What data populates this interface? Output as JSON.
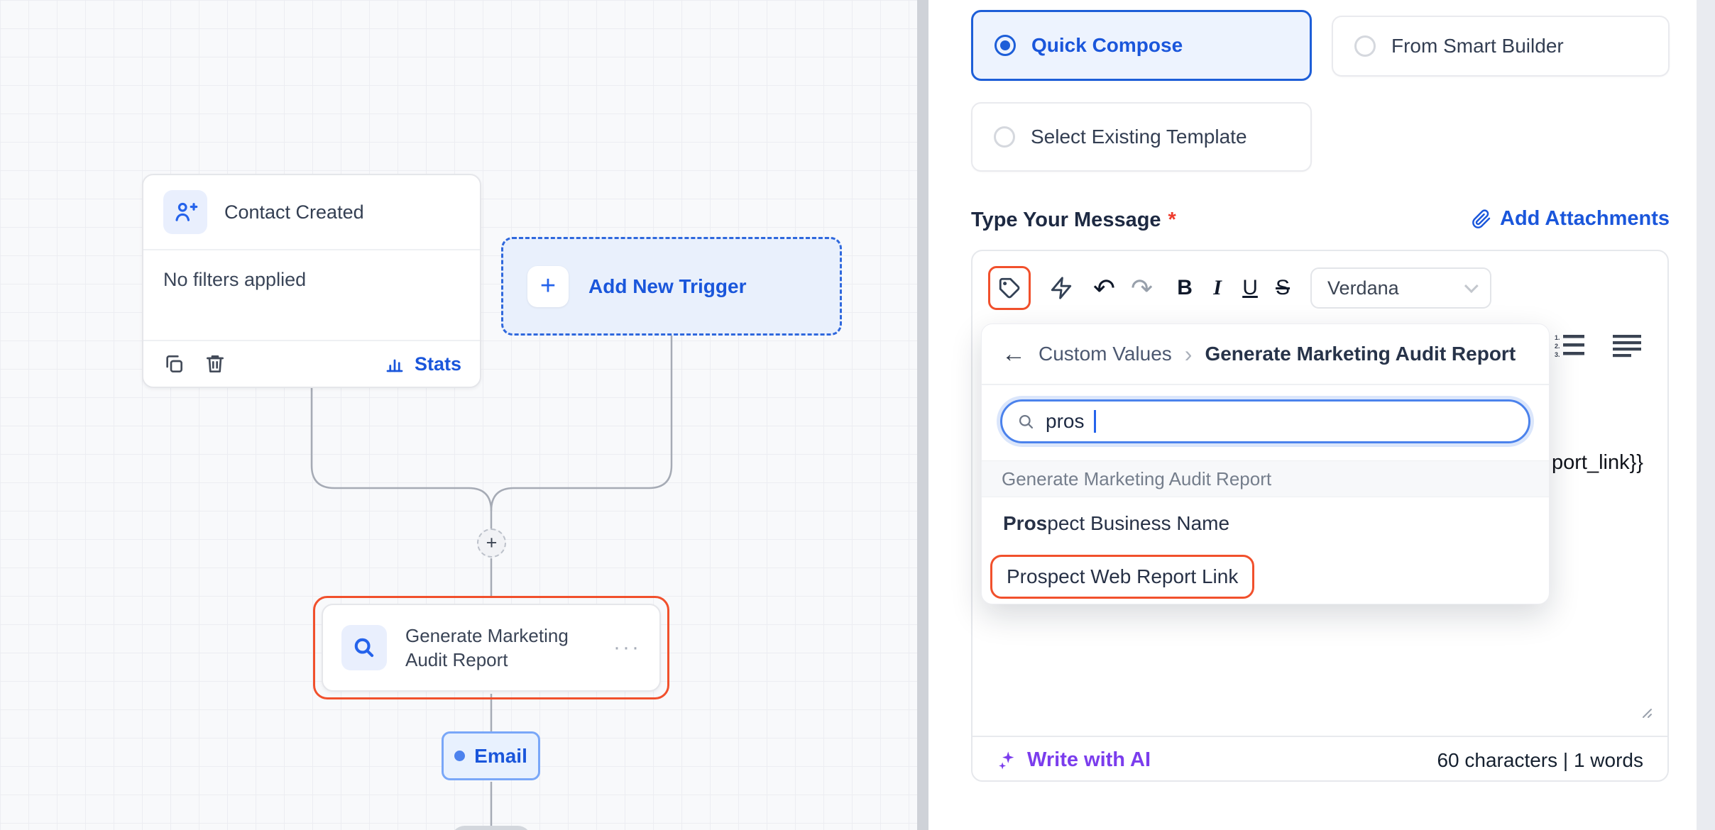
{
  "colors": {
    "accent_blue": "#1a56db",
    "selected_border_blue": "#1d5ed8",
    "highlight_red": "#f1502c",
    "ai_purple": "#7b3ded",
    "text_dark": "#273146",
    "text_gray": "#757e8c",
    "canvas_bg": "#f8f9fb"
  },
  "icons": {
    "plus": "+",
    "back_arrow": "←",
    "chevron_right": "›",
    "undo": "↶",
    "redo": "↷",
    "dots": "···"
  },
  "canvas": {
    "trigger_node": {
      "title": "Contact Created",
      "body": "No filters applied",
      "stats_label": "Stats"
    },
    "add_trigger_label": "Add New Trigger",
    "action_node": {
      "title": "Generate Marketing Audit Report"
    },
    "email_node": {
      "label": "Email"
    }
  },
  "compose": {
    "options": [
      {
        "label": "Quick Compose"
      },
      {
        "label": "From Smart Builder"
      },
      {
        "label": "Select Existing Template"
      }
    ],
    "message_label": "Type Your Message",
    "required": "*",
    "attachments": "Add Attachments",
    "toolbar": {
      "bold": "B",
      "italic": "I",
      "underline": "U",
      "strike": "S",
      "font": "Verdana"
    },
    "body_fragment": "port_link}}",
    "write_ai": "Write with AI",
    "counter": "60 characters | 1 words"
  },
  "custom_values": {
    "breadcrumb_root": "Custom Values",
    "breadcrumb_current": "Generate Marketing Audit Report",
    "search_value": "pros",
    "group_header": "Generate Marketing Audit Report",
    "items": [
      {
        "match": "Pros",
        "rest": "pect Business Name"
      },
      {
        "match": "Pros",
        "rest": "pect Web Report Link"
      }
    ]
  }
}
